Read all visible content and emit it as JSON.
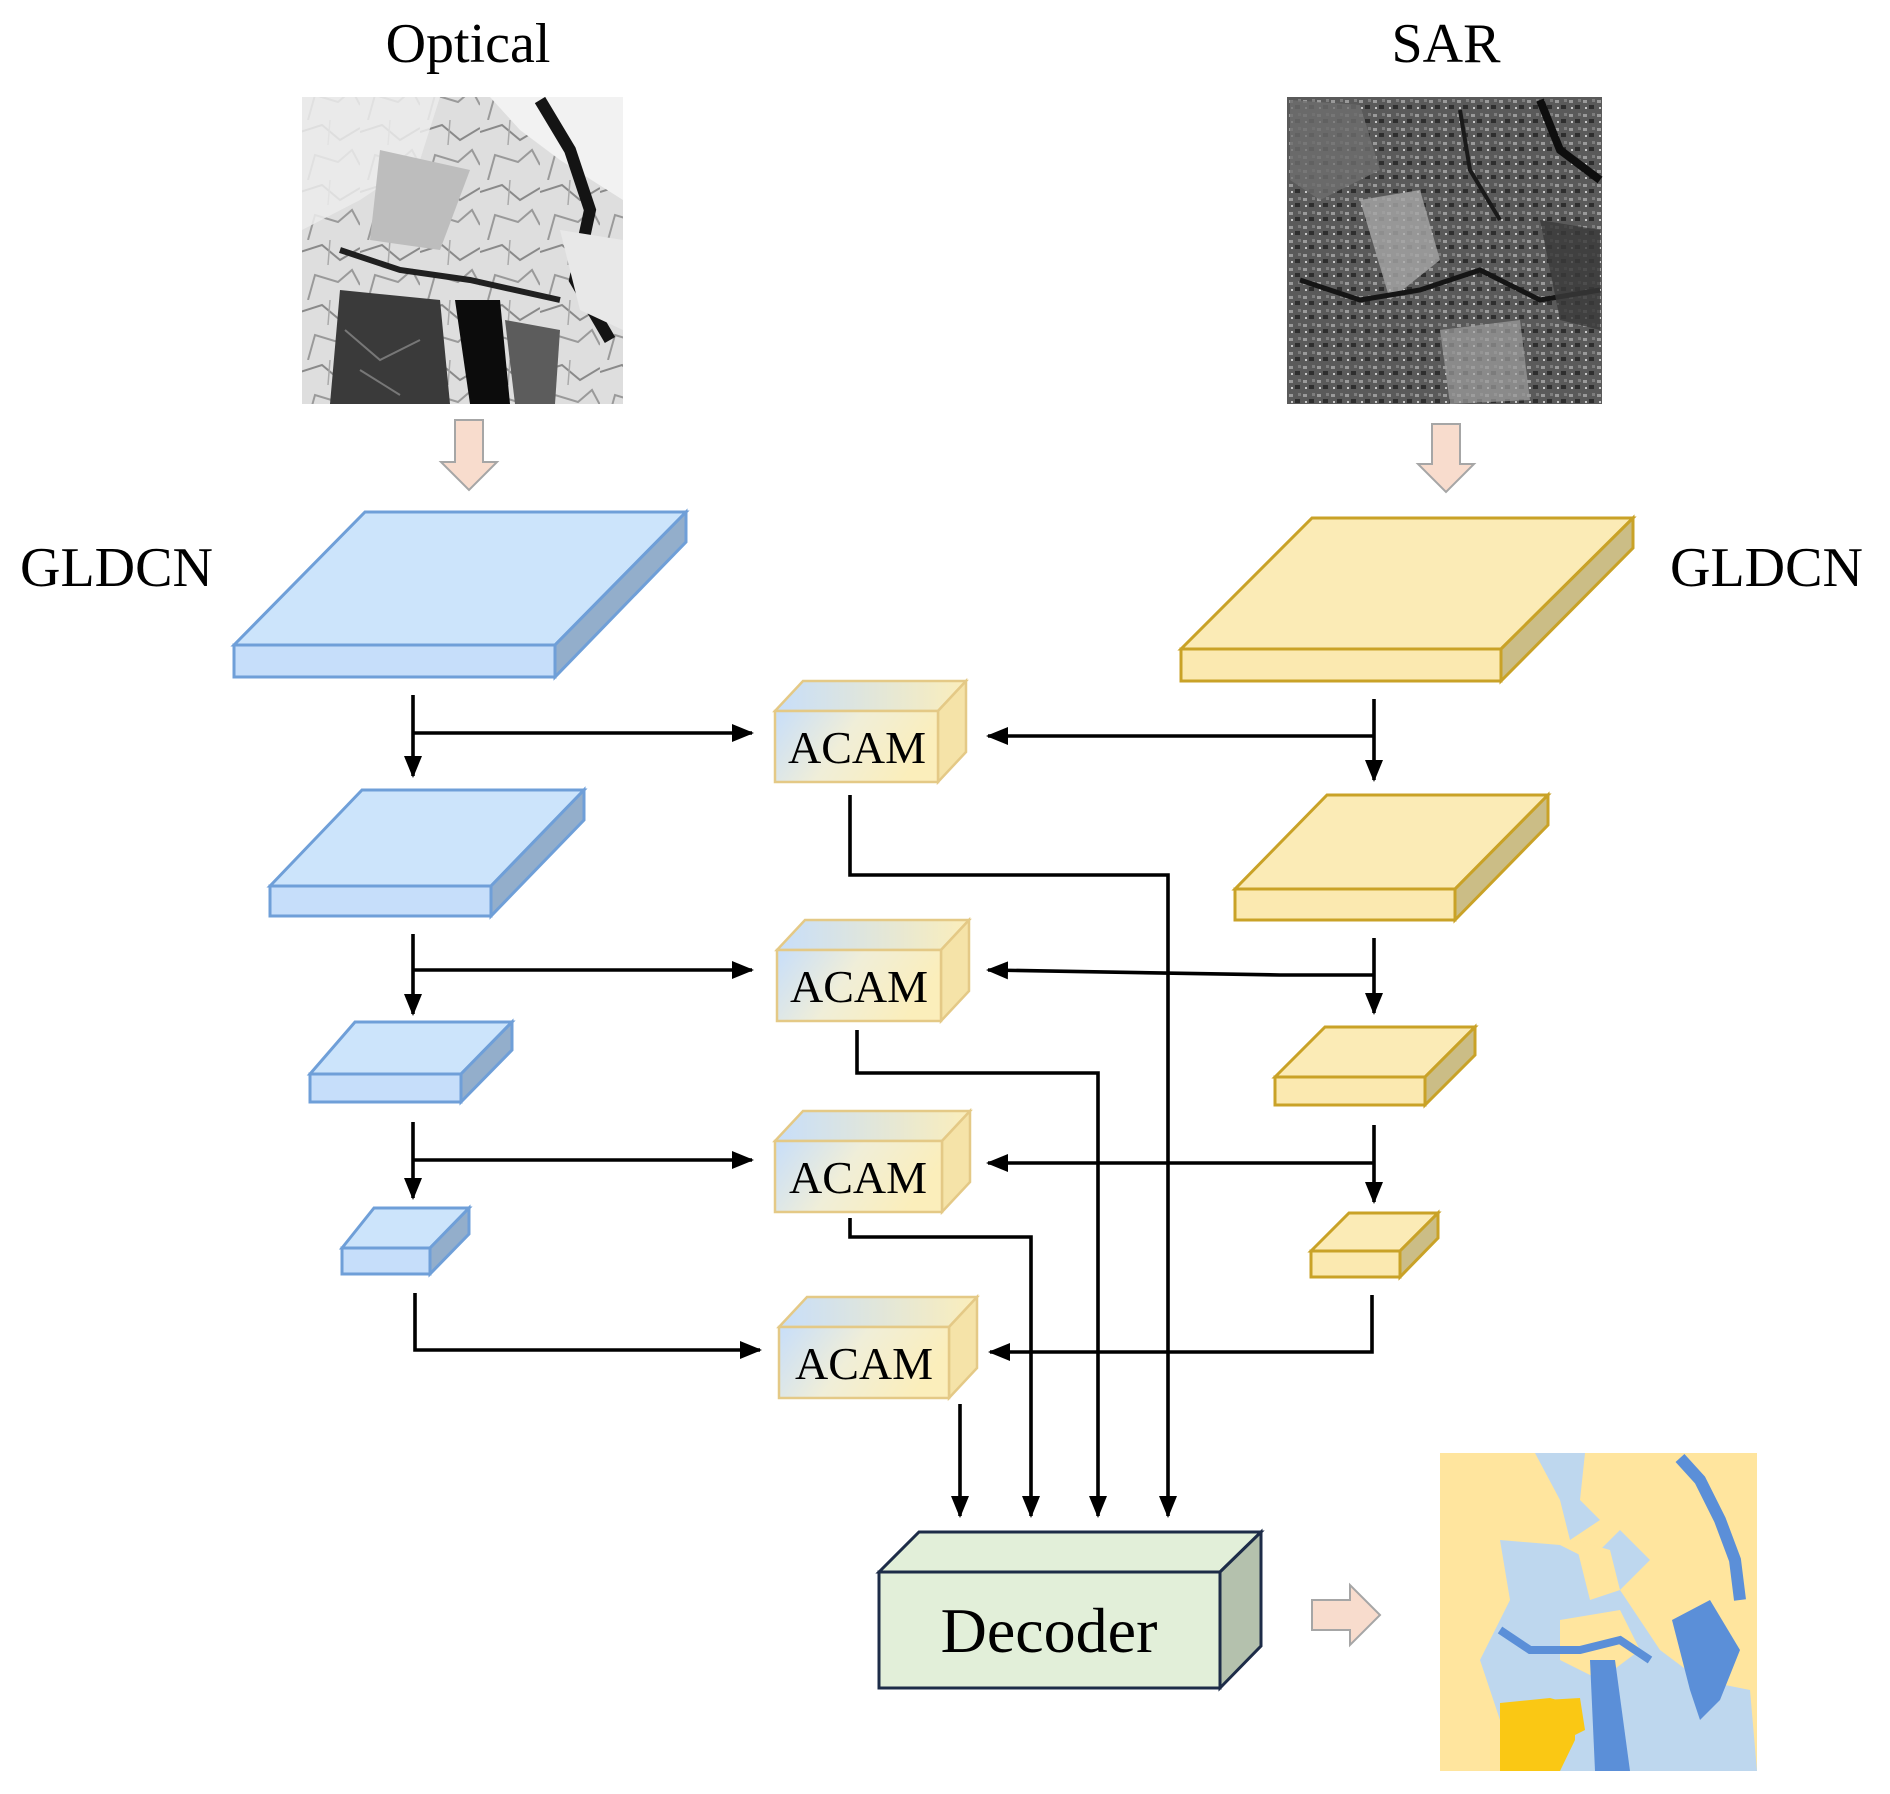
{
  "labels": {
    "optical": "Optical",
    "sar": "SAR",
    "gldcn_left": "GLDCN",
    "gldcn_right": "GLDCN",
    "acam_1": "ACAM",
    "acam_2": "ACAM",
    "acam_3": "ACAM",
    "acam_4": "ACAM",
    "decoder": "Decoder"
  },
  "colors": {
    "optical_branch": "#cce4fb",
    "sar_branch": "#fbebb6",
    "decoder": "#e2efd9",
    "input_arrow": "#f8dccd"
  }
}
